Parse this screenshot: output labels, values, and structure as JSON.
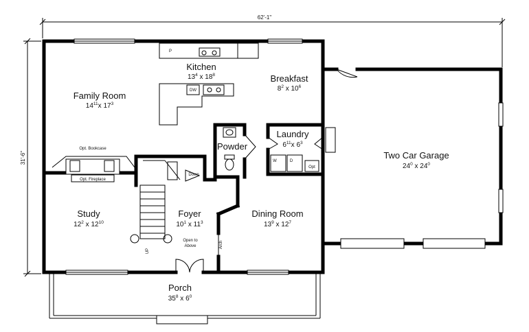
{
  "plan": {
    "overall_width": "62'-1\"",
    "overall_depth": "31'-6\"",
    "rooms": {
      "kitchen": {
        "name": "Kitchen",
        "size_a": "13",
        "size_a_sup": "4",
        "size_b": "18",
        "size_b_sup": "8"
      },
      "breakfast": {
        "name": "Breakfast",
        "size_a": "8",
        "size_a_sup": "2",
        "size_b": "10",
        "size_b_sup": "6"
      },
      "family_room": {
        "name": "Family Room",
        "size_a": "14",
        "size_a_sup": "11",
        "size_b": "17",
        "size_b_sup": "3"
      },
      "laundry": {
        "name": "Laundry",
        "size_a": "6",
        "size_a_sup": "11",
        "size_b": "6",
        "size_b_sup": "3"
      },
      "powder": {
        "name": "Powder"
      },
      "garage": {
        "name": "Two Car Garage",
        "size_a": "24",
        "size_a_sup": "0",
        "size_b": "24",
        "size_b_sup": "0"
      },
      "study": {
        "name": "Study",
        "size_a": "12",
        "size_a_sup": "2",
        "size_b": "12",
        "size_b_sup": "10"
      },
      "foyer": {
        "name": "Foyer",
        "size_a": "10",
        "size_a_sup": "1",
        "size_b": "11",
        "size_b_sup": "3"
      },
      "dining_room": {
        "name": "Dining Room",
        "size_a": "13",
        "size_a_sup": "9",
        "size_b": "12",
        "size_b_sup": "7"
      },
      "porch": {
        "name": "Porch",
        "size_a": "35",
        "size_a_sup": "8",
        "size_b": "6",
        "size_b_sup": "0"
      }
    },
    "labels": {
      "opt_bookcase": "Opt. Bookcase",
      "opt_fireplace": "Opt. Fireplace",
      "down": "Down",
      "up": "UP",
      "open_to": "Open to",
      "above": "Above",
      "arch": "Arch",
      "dw": "DW",
      "pantry": "P",
      "washer": "W",
      "dryer": "D",
      "opt": "Opt"
    }
  }
}
